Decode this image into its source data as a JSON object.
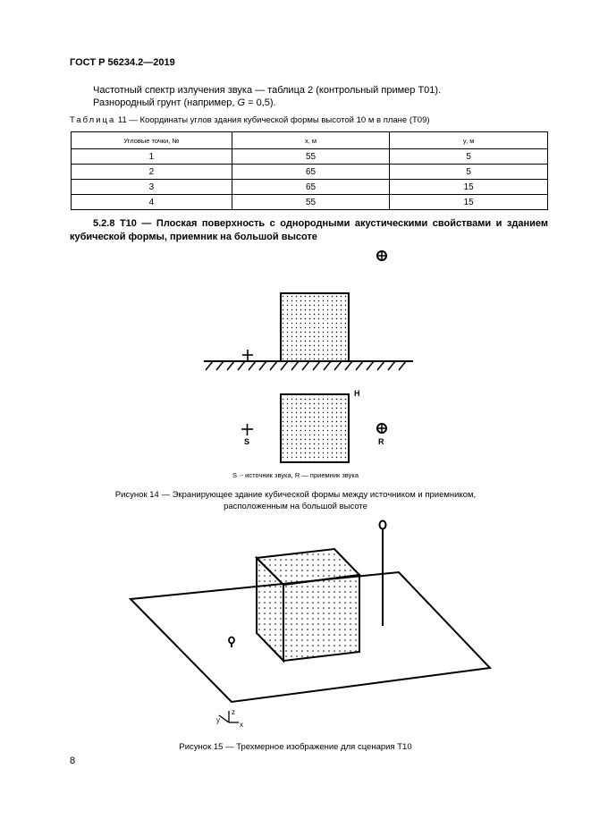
{
  "header": {
    "standard": "ГОСТ Р 56234.2—2019"
  },
  "intro": {
    "line1": "Частотный спектр излучения звука — таблица 2 (контрольный пример Т01).",
    "line2_prefix": "Разнородный грунт (например, ",
    "line2_var": "G",
    "line2_suffix": " = 0,5)."
  },
  "table11": {
    "caption_word": "Таблица",
    "caption_rest": " 11 — Координаты углов здания кубической формы высотой 10 м в плане (Т09)",
    "headers": [
      "Угловые точки, №",
      "x, м",
      "y, м"
    ],
    "rows": [
      [
        "1",
        "55",
        "5"
      ],
      [
        "2",
        "65",
        "5"
      ],
      [
        "3",
        "65",
        "15"
      ],
      [
        "4",
        "55",
        "15"
      ]
    ]
  },
  "section": {
    "text": "5.2.8 Т10 — Плоская поверхность с однородными акустическими свойствами и зданием кубической формы, приемник на большой высоте"
  },
  "figure14": {
    "label_h": "H",
    "label_s": "S",
    "label_r": "R",
    "legend": "S  ·-  источник звука, R — приемник звука",
    "caption_line1": "Рисунок 14 — Экранирующее здание кубической формы между источником и приемником,",
    "caption_line2": "расположенным на большой высоте"
  },
  "figure15": {
    "axis_z": "z",
    "axis_y": "y",
    "axis_x": "x",
    "caption": "Рисунок 15 — Трехмерное изображение для сценария Т10"
  },
  "page": {
    "number": "8"
  }
}
